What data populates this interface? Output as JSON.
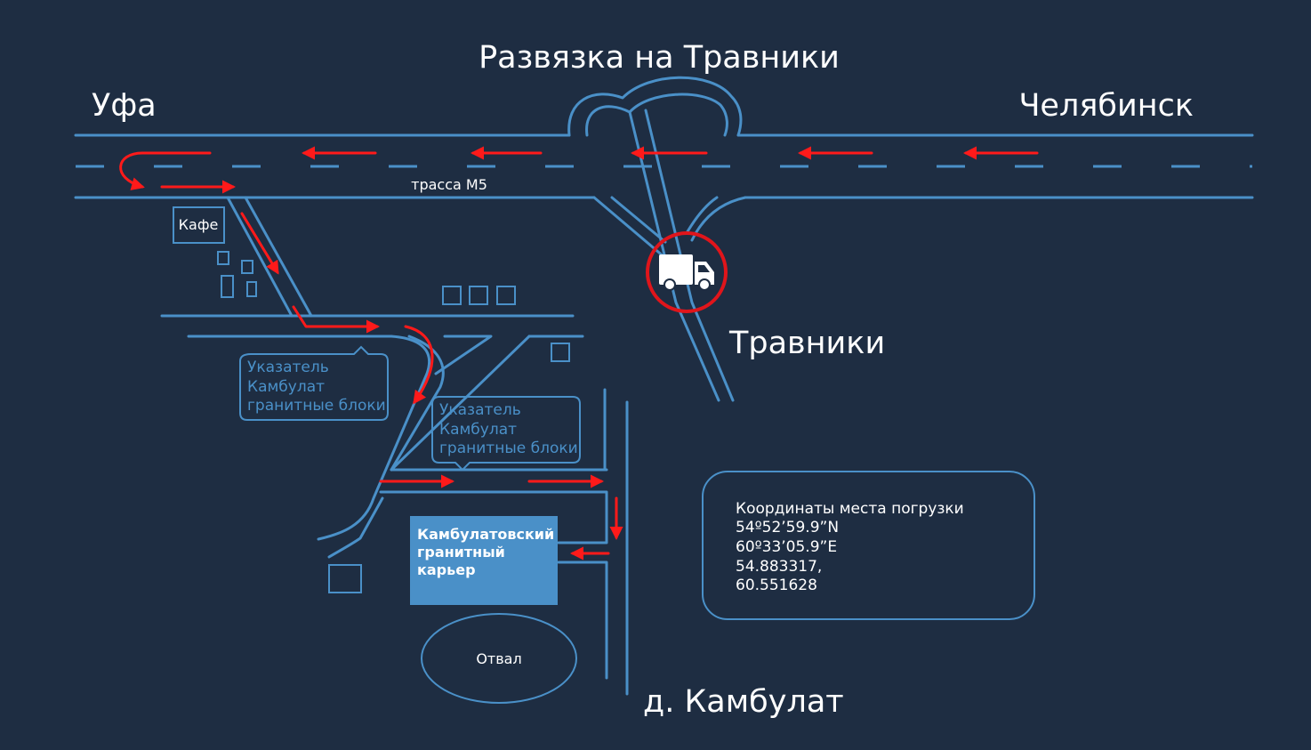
{
  "labels": {
    "interchange": "Развязка на Травники",
    "ufa": "Уфа",
    "chelyabinsk": "Челябинск",
    "highway": "трасса М5",
    "cafe": "Кафе",
    "travniki": "Травники",
    "kambulat_village": "д. Камбулат",
    "dump": "Отвал"
  },
  "sign_left": {
    "lines": [
      "Указатель",
      "Камбулат",
      "гранитные блоки"
    ]
  },
  "sign_right": {
    "lines": [
      "Указатель",
      "Камбулат",
      "гранитные блоки"
    ]
  },
  "quarry": {
    "lines": [
      "Камбулатовский",
      "гранитный",
      "карьер"
    ]
  },
  "coordinates": {
    "title": "Координаты места погрузки",
    "lines": [
      "54º52’59.9”N",
      "60º33’05.9”E",
      "54.883317,",
      "60.551628"
    ]
  },
  "colors": {
    "background": "#1e2d42",
    "road": "#4a90c8",
    "route": "#ff1a1a",
    "quarry_fill": "#4a90c8"
  },
  "icons": {
    "truck": "truck-icon",
    "loading_point": "location-circle-icon"
  }
}
